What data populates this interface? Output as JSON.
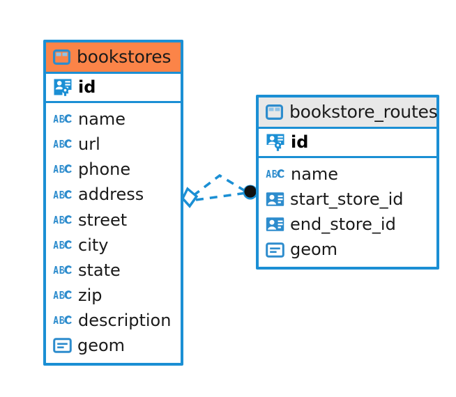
{
  "diagram": {
    "type": "entity-relationship-diagram",
    "background": "#ffffff",
    "accent_color": "#1b8fd4",
    "highlight_color": "#fb8448",
    "header_gray": "#e8e8e8"
  },
  "entities": [
    {
      "name": "bookstores",
      "header_style": "orange",
      "table_icon": "table-icon",
      "primary_key": {
        "label": "id",
        "icon": "primary-key-icon"
      },
      "fields": [
        {
          "label": "name",
          "icon": "text-abc-icon"
        },
        {
          "label": "url",
          "icon": "text-abc-icon"
        },
        {
          "label": "phone",
          "icon": "text-abc-icon"
        },
        {
          "label": "address",
          "icon": "text-abc-icon"
        },
        {
          "label": "street",
          "icon": "text-abc-icon"
        },
        {
          "label": "city",
          "icon": "text-abc-icon"
        },
        {
          "label": "state",
          "icon": "text-abc-icon"
        },
        {
          "label": "zip",
          "icon": "text-abc-icon"
        },
        {
          "label": "description",
          "icon": "text-abc-icon"
        },
        {
          "label": "geom",
          "icon": "geometry-icon"
        }
      ]
    },
    {
      "name": "bookstore_routes",
      "header_style": "gray",
      "table_icon": "table-icon",
      "primary_key": {
        "label": "id",
        "icon": "primary-key-icon"
      },
      "fields": [
        {
          "label": "name",
          "icon": "text-abc-icon"
        },
        {
          "label": "start_store_id",
          "icon": "foreign-key-icon"
        },
        {
          "label": "end_store_id",
          "icon": "foreign-key-icon"
        },
        {
          "label": "geom",
          "icon": "geometry-icon"
        }
      ]
    }
  ],
  "relationship": {
    "style": "dashed",
    "color": "#1b8fd4",
    "source_endpoint": "diamond-endpoint",
    "target_endpoint": "filled-circle-endpoint",
    "target_endpoint_color": "#111111",
    "edge_count": 2
  }
}
